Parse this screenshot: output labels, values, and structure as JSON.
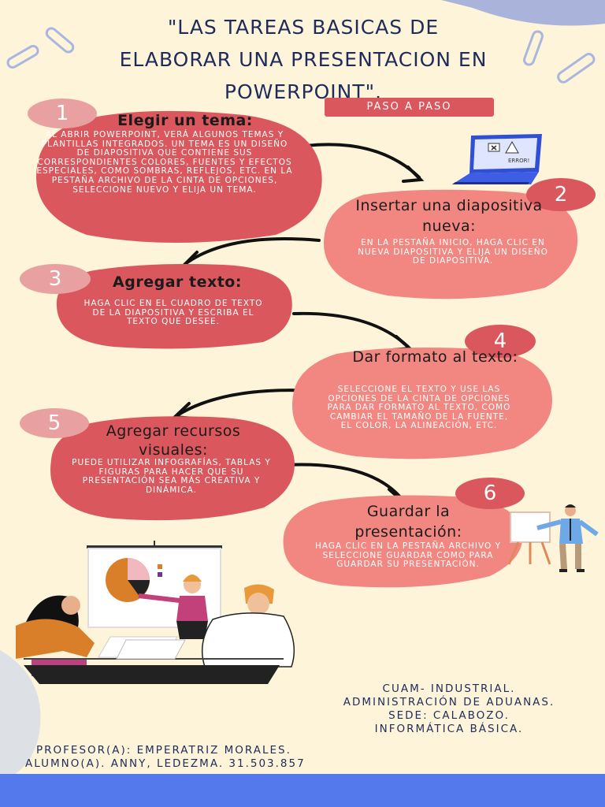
{
  "title_lines": [
    "\"LAS TAREAS BASICAS DE",
    "ELABORAR UNA PRESENTACION EN",
    "POWERPOINT\"."
  ],
  "badge": "PASO A PASO",
  "steps": [
    {
      "number": "1",
      "title": "Elegir un tema:",
      "body": "AL ABRIR POWERPOINT, VERÁ ALGUNOS TEMAS Y PLANTILLAS INTEGRADOS. UN TEMA ES UN DISEÑO DE DIAPOSITIVA QUE CONTIENE SUS CORRESPONDIENTES COLORES, FUENTES Y EFECTOS ESPECIALES, COMO SOMBRAS, REFLEJOS, ETC. EN LA PESTAÑA ARCHIVO DE LA CINTA DE OPCIONES, SELECCIONE NUEVO Y ELIJA UN TEMA."
    },
    {
      "number": "2",
      "title": "Insertar una diapositiva nueva:",
      "body": "EN LA PESTAÑA INICIO, HAGA CLIC EN NUEVA DIAPOSITIVA Y ELIJA UN DISEÑO DE DIAPOSITIVA."
    },
    {
      "number": "3",
      "title": "Agregar texto:",
      "body": "HAGA CLIC EN EL CUADRO DE TEXTO DE LA DIAPOSITIVA Y ESCRIBA EL TEXTO QUE DESEE."
    },
    {
      "number": "4",
      "title": "Dar formato al texto:",
      "body": "SELECCIONE EL TEXTO Y USE LAS OPCIONES DE LA CINTA DE OPCIONES PARA DAR FORMATO AL TEXTO, COMO CAMBIAR EL TAMAÑO DE LA FUENTE, EL COLOR, LA ALINEACIÓN, ETC."
    },
    {
      "number": "5",
      "title": "Agregar recursos visuales:",
      "body": "PUEDE UTILIZAR INFOGRAFÍAS, TABLAS Y FIGURAS PARA HACER QUE SU PRESENTACIÓN SEA MÁS CREATIVA Y DINÁMICA."
    },
    {
      "number": "6",
      "title": "Guardar la presentación:",
      "body": "HAGA CLIC EN LA PESTAÑA ARCHIVO Y SELECCIONE GUARDAR COMO PARA GUARDAR SU PRESENTACIÓN."
    }
  ],
  "laptop_screen_text": "ERROR!",
  "institution_lines": [
    "CUAM- INDUSTRIAL.",
    "ADMINISTRACIÓN DE ADUANAS.",
    "SEDE: CALABOZO.",
    "INFORMÁTICA BÁSICA."
  ],
  "professor": "PROFESOR(A): EMPERATRIZ MORALES.",
  "student": "ALUMNO(A). ANNY, LEDEZMA. 31.503.857",
  "colors": {
    "background": "#fdf4da",
    "blob": "#d9575d",
    "blob_light": "#f28782",
    "pill": "#e8a0a0",
    "title": "#1f2b5a",
    "bar": "#5479ec"
  }
}
